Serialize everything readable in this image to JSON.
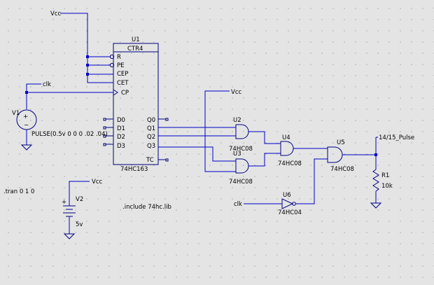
{
  "nets": {
    "vcc_top": "Vcc",
    "clk_top": "clk",
    "vcc_mid": "Vcc",
    "vcc_v2": "Vcc",
    "clk_bottom": "clk",
    "output": "14/15_Pulse"
  },
  "u1": {
    "ref": "U1",
    "type": "CTR4",
    "part": "74HC163",
    "left_pins": [
      "R",
      "PE",
      "CEP",
      "CET",
      "CP",
      "D0",
      "D1",
      "D2",
      "D3"
    ],
    "right_pins": [
      "Q0",
      "Q1",
      "Q2",
      "Q3",
      "TC"
    ]
  },
  "v1": {
    "ref": "V1",
    "value": "PULSE(0.5v 0 0 0 .02 .04)"
  },
  "v2": {
    "ref": "V2",
    "value": "5v"
  },
  "gates": {
    "u2": {
      "ref": "U2",
      "part": "74HC08"
    },
    "u3": {
      "ref": "U3",
      "part": "74HC08"
    },
    "u4": {
      "ref": "U4",
      "part": "74HC08"
    },
    "u5": {
      "ref": "U5",
      "part": "74HC08"
    },
    "u6": {
      "ref": "U6",
      "part": "74HC04"
    }
  },
  "r1": {
    "ref": "R1",
    "value": "10k"
  },
  "directives": {
    "tran": ".tran 0 1 0",
    "include": ".include 74hc.lib"
  }
}
